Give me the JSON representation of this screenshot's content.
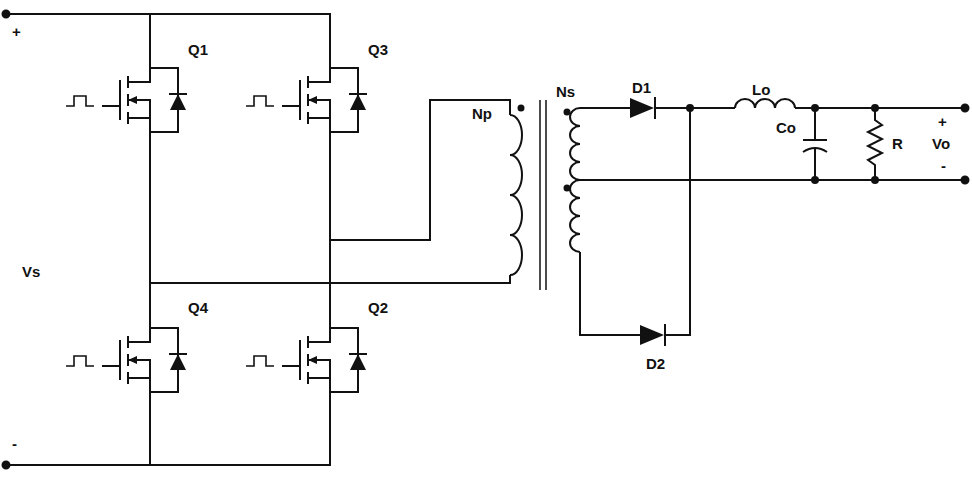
{
  "diagram": {
    "labels": [
      "+",
      "Q1",
      "Q3",
      "Np",
      "Ns",
      "D1",
      "Lo",
      "Co",
      "R",
      "+",
      "Vo",
      "-",
      "Vs",
      "Q4",
      "Q2",
      "D2",
      "-"
    ]
  }
}
